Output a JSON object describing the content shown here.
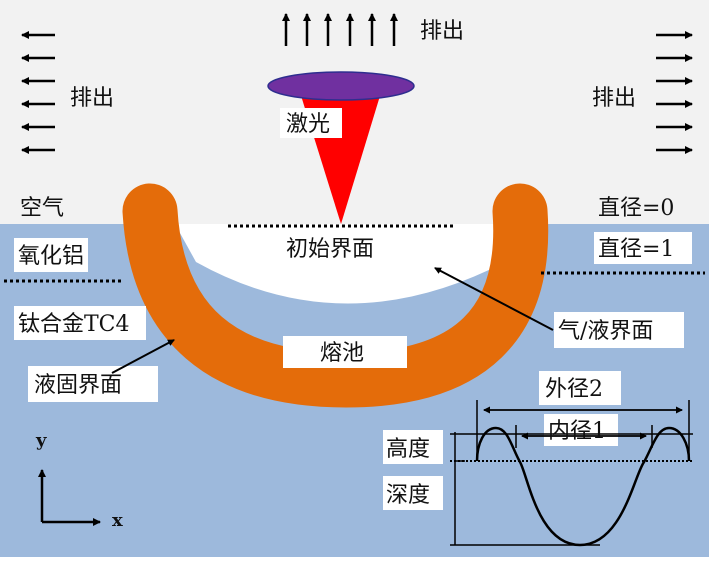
{
  "labels": {
    "exhaust_top": "排出",
    "exhaust_left": "排出",
    "exhaust_right": "排出",
    "laser": "激光",
    "air": "空气",
    "alumina": "氧化铝",
    "alloy": "钛合金TC4",
    "liquid_solid_interface": "液固界面",
    "initial_interface": "初始界面",
    "melt_pool": "熔池",
    "gas_liquid_interface": "气/液界面",
    "diameter_0": "直径=0",
    "diameter_1": "直径=1",
    "outer_diameter": "外径2",
    "inner_diameter": "内径1",
    "height": "高度",
    "depth": "深度",
    "axis_y": "y",
    "axis_x": "x"
  },
  "colors": {
    "air_bg": "#f2f2f2",
    "material_bg": "#9db9dc",
    "melt_pool": "#e46c0a",
    "laser_cone": "#ff0000",
    "laser_lens": "#7030a0",
    "line": "#000000"
  },
  "icons": {
    "exhaust_arrow": "arrow"
  }
}
